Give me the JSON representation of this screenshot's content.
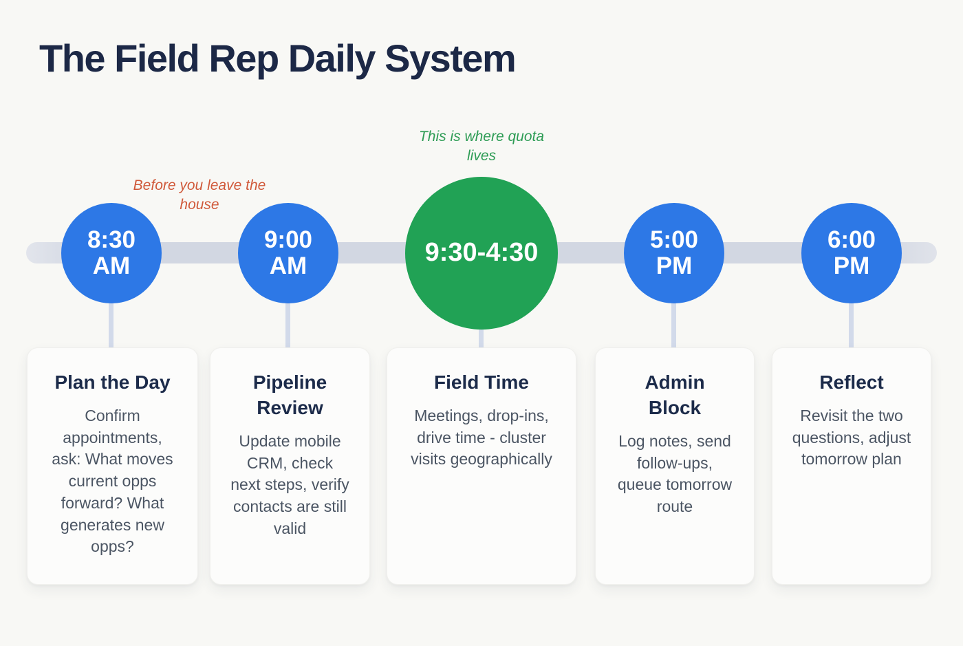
{
  "title": "The Field Rep Daily System",
  "annotations": {
    "morning": "Before you leave the house",
    "quota": "This is where quota lives"
  },
  "colors": {
    "background": "#f8f8f5",
    "title_navy": "#1c2846",
    "node_blue": "#2d78e6",
    "node_green": "#21a255",
    "annotation_orange": "#d0593a",
    "annotation_green": "#2e9c55",
    "timeline_bar": "#d2d7e2",
    "card_heading": "#1c2b4a",
    "card_body_text": "#4b5563"
  },
  "nodes": [
    {
      "time": "8:30 AM",
      "time_lines": [
        "8:30",
        "AM"
      ],
      "card_title": "Plan the Day",
      "card_body": "Confirm appointments, ask: What moves current opps forward? What generates new opps?"
    },
    {
      "time": "9:00 AM",
      "time_lines": [
        "9:00",
        "AM"
      ],
      "card_title": "Pipeline\nReview",
      "card_body": "Update mobile CRM, check next steps, verify contacts are still valid"
    },
    {
      "time": "9:30-4:30",
      "time_lines": [
        "9:30-4:30"
      ],
      "card_title": "Field Time",
      "card_body": "Meetings, drop-ins, drive time - cluster visits geographically"
    },
    {
      "time": "5:00 PM",
      "time_lines": [
        "5:00",
        "PM"
      ],
      "card_title": "Admin\nBlock",
      "card_body": "Log notes, send follow-ups, queue tomorrow route"
    },
    {
      "time": "6:00 PM",
      "time_lines": [
        "6:00",
        "PM"
      ],
      "card_title": "Reflect",
      "card_body": "Revisit the two questions, adjust tomorrow plan"
    }
  ]
}
